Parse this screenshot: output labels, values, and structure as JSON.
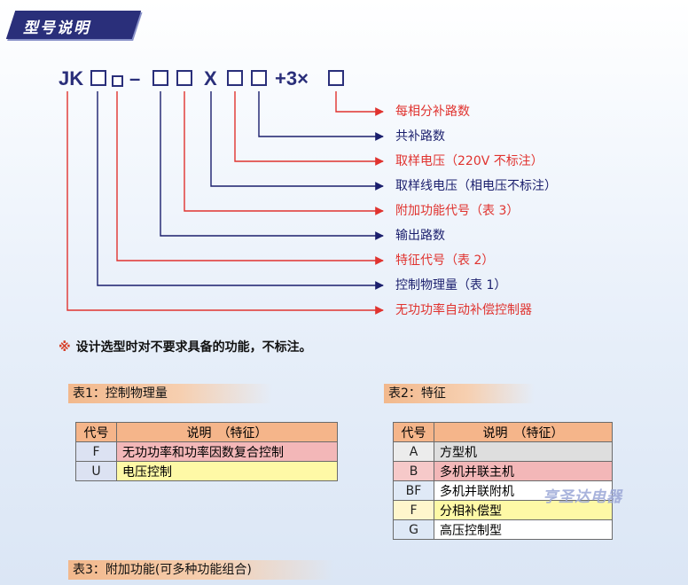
{
  "title": "型号说明",
  "model_code": {
    "prefix": "JK",
    "dash": "–",
    "x": "X",
    "suffix": "+3×"
  },
  "descriptions": [
    {
      "text": "每相分补路数",
      "color": "#e0332f"
    },
    {
      "text": "共补路数",
      "color": "#1b1f6d"
    },
    {
      "text": "取样电压（220V 不标注）",
      "color": "#e0332f"
    },
    {
      "text": "取样线电压（相电压不标注）",
      "color": "#1b1f6d"
    },
    {
      "text": "附加功能代号（表 3）",
      "color": "#e0332f"
    },
    {
      "text": "输出路数",
      "color": "#1b1f6d"
    },
    {
      "text": "特征代号（表 2）",
      "color": "#e0332f"
    },
    {
      "text": "控制物理量（表 1）",
      "color": "#1b1f6d"
    },
    {
      "text": "无功功率自动补偿控制器",
      "color": "#e0332f"
    }
  ],
  "note": {
    "symbol": "※",
    "text": "设计选型时对不要求具备的功能，不标注。"
  },
  "table1": {
    "heading": "表1：控制物理量",
    "col_code": "代号",
    "col_desc": "说明　（特征）",
    "rows": [
      {
        "code": "F",
        "desc": "无功功率和功率因数复合控制"
      },
      {
        "code": "U",
        "desc": "电压控制"
      }
    ]
  },
  "table2": {
    "heading": "表2：特征",
    "col_code": "代号",
    "col_desc": "说明　（特征）",
    "rows": [
      {
        "code": "A",
        "desc": "方型机"
      },
      {
        "code": "B",
        "desc": "多机并联主机"
      },
      {
        "code": "BF",
        "desc": "多机并联附机"
      },
      {
        "code": "F",
        "desc": "分相补偿型"
      },
      {
        "code": "G",
        "desc": "高压控制型"
      }
    ]
  },
  "table3": {
    "heading": "表3：附加功能(可多种功能组合)"
  },
  "watermark": "亨圣达电器",
  "colors": {
    "navy": "#2a2f7a",
    "red": "#e0332f",
    "blue": "#1b1f6d"
  }
}
